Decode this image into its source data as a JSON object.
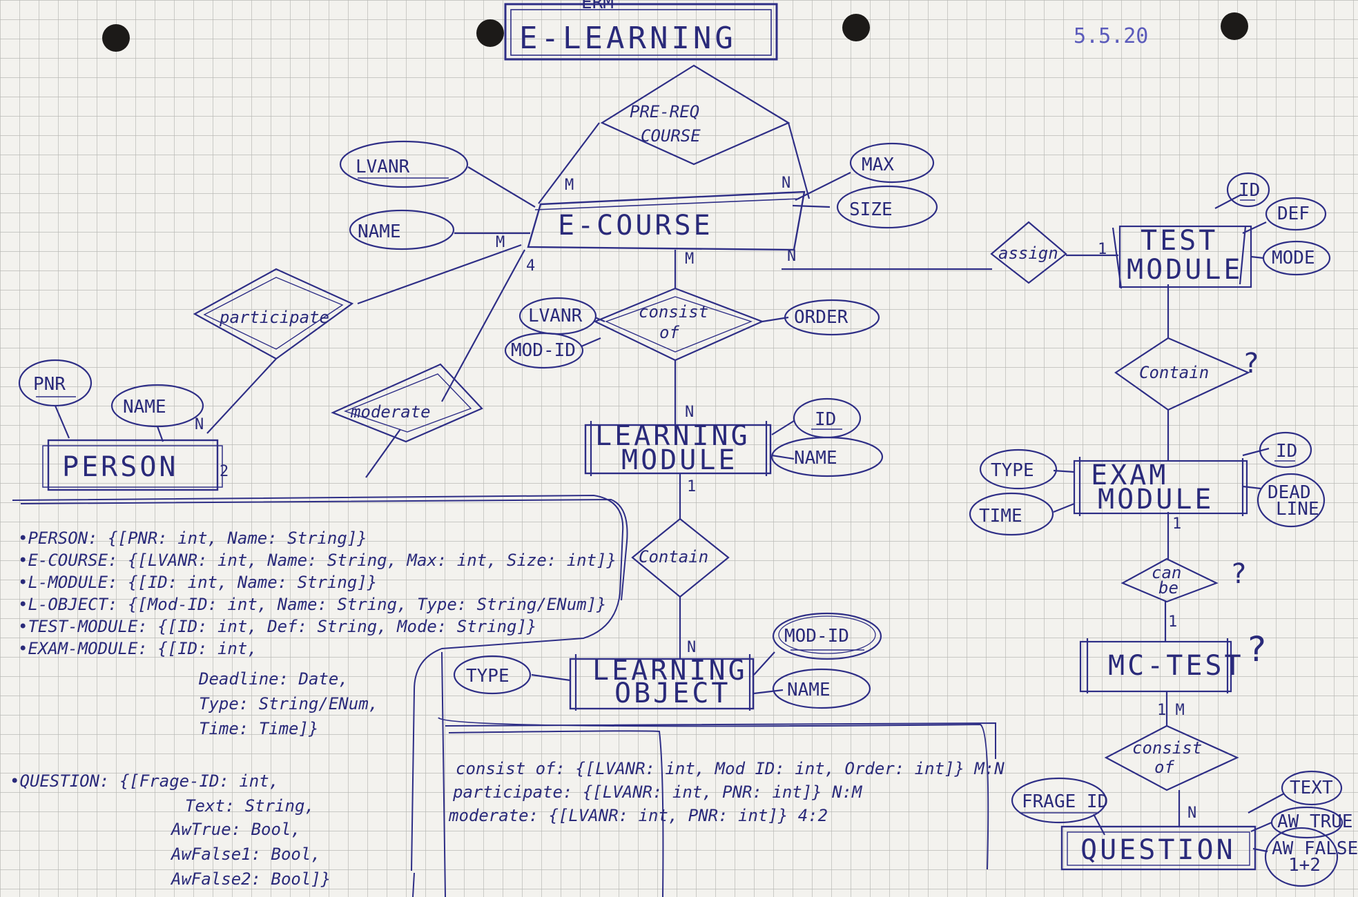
{
  "header": {
    "title": "E-LEARNING",
    "title_above": "ERM",
    "date": "5.5.20"
  },
  "entities": {
    "e_course": "E-COURSE",
    "test_module": [
      "TEST",
      "MODULE"
    ],
    "person": "PERSON",
    "learning_module": [
      "LEARNING",
      "MODULE"
    ],
    "exam_module": [
      "EXAM",
      "MODULE"
    ],
    "mc_test": "MC-TEST",
    "learning_object": [
      "LEARNING",
      "OBJECT"
    ],
    "question": "QUESTION"
  },
  "relationships": {
    "pre_req": [
      "PRE-REQ",
      "COURSE"
    ],
    "assign": "assign",
    "participate": "participate",
    "consist_of": [
      "consist",
      "of"
    ],
    "moderate": "moderate",
    "contain_test": "Contain",
    "contain_lm": "Contain",
    "can_be": [
      "can",
      "be"
    ],
    "consist_of_mc": [
      "consist",
      "of"
    ]
  },
  "attributes": {
    "lvanr": "LVANR",
    "name_course": "NAME",
    "max": "MAX",
    "size": "SIZE",
    "id_test": "ID",
    "def": "DEF",
    "mode": "MODE",
    "pnr": "PNR",
    "name_person": "NAME",
    "lvanr_consist": "LVANR",
    "mod_id_consist": "MOD-ID",
    "order": "ORDER",
    "id_lm": "ID",
    "name_lm": "NAME",
    "type_exam": "TYPE",
    "time_exam": "TIME",
    "id_exam": "ID",
    "deadline": [
      "DEAD",
      "LINE"
    ],
    "type_lo": "TYPE",
    "mod_id_lo": "MOD-ID",
    "name_lo": "NAME",
    "frage_id": "FRAGE ID",
    "text": "TEXT",
    "aw_true": "AW TRUE",
    "aw_false": [
      "AW FALSE",
      "1+2"
    ]
  },
  "cardinalities": {
    "prereq_left": "M",
    "prereq_right": "N",
    "participate_course": "M",
    "moderate_course": "4",
    "consist_course": "M",
    "consist_lm": "N",
    "assign_course": "N",
    "assign_test": "1",
    "participate_person": "N",
    "moderate_person": "2",
    "contain_lm": "1",
    "contain_lo": "N",
    "exam_can": "1",
    "mc_top": "1",
    "mc_consist": "1 M",
    "question_consist": "N"
  },
  "marks": {
    "question_mark": "?"
  },
  "schema": [
    "•PERSON: {[PNR: int, Name: String]}",
    "•E-COURSE: {[LVANR: int, Name: String, Max: int, Size: int]}",
    "•L-MODULE: {[ID: int, Name: String]}",
    "•L-OBJECT: {[Mod-ID: int, Name: String, Type: String/ENum]}",
    "•TEST-MODULE: {[ID: int, Def: String, Mode: String]}",
    "•EXAM-MODULE: {[ID: int,",
    "Deadline: Date,",
    "Type: String/ENum,",
    "Time: Time]}",
    "•QUESTION: {[Frage-ID: int,",
    "Text: String,",
    "AwTrue: Bool,",
    "AwFalse1: Bool,",
    "AwFalse2: Bool]}"
  ],
  "relation_schema": [
    "consist of: {[LVANR: int, Mod ID: int, Order: int]} M:N",
    "participate: {[LVANR: int, PNR: int]} N:M",
    "moderate: {[LVANR: int, PNR: int]} 4:2"
  ],
  "colors": {
    "paper": "#f3f2ee",
    "grid": "#b9b9b5",
    "ink": "#2e2e86",
    "hole": "#1c1a18"
  }
}
